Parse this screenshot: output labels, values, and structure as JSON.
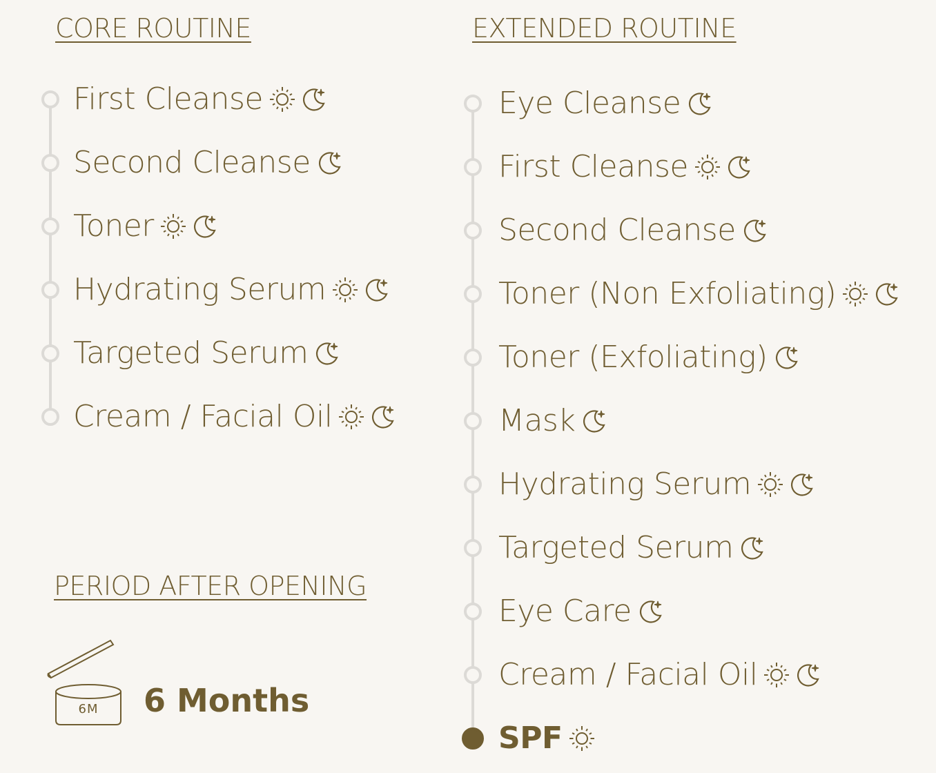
{
  "core": {
    "heading": "CORE ROUTINE",
    "steps": [
      {
        "label": "First Cleanse",
        "icons": [
          "sun-icon",
          "moon-icon"
        ]
      },
      {
        "label": "Second Cleanse",
        "icons": [
          "moon-icon"
        ]
      },
      {
        "label": "Toner",
        "icons": [
          "sun-icon",
          "moon-icon"
        ]
      },
      {
        "label": "Hydrating Serum",
        "icons": [
          "sun-icon",
          "moon-icon"
        ]
      },
      {
        "label": "Targeted Serum",
        "icons": [
          "moon-icon"
        ]
      },
      {
        "label": "Cream / Facial Oil",
        "icons": [
          "sun-icon",
          "moon-icon"
        ]
      }
    ]
  },
  "extended": {
    "heading": "EXTENDED ROUTINE",
    "steps": [
      {
        "label": "Eye Cleanse",
        "icons": [
          "moon-icon"
        ]
      },
      {
        "label": "First Cleanse",
        "icons": [
          "sun-icon",
          "moon-icon"
        ]
      },
      {
        "label": "Second Cleanse",
        "icons": [
          "moon-icon"
        ]
      },
      {
        "label": "Toner (Non Exfoliating)",
        "icons": [
          "sun-icon",
          "moon-icon"
        ]
      },
      {
        "label": "Toner (Exfoliating)",
        "icons": [
          "moon-icon"
        ]
      },
      {
        "label": "Mask",
        "icons": [
          "moon-icon"
        ]
      },
      {
        "label": "Hydrating Serum",
        "icons": [
          "sun-icon",
          "moon-icon"
        ]
      },
      {
        "label": "Targeted Serum",
        "icons": [
          "moon-icon"
        ]
      },
      {
        "label": "Eye Care",
        "icons": [
          "moon-icon"
        ]
      },
      {
        "label": "Cream / Facial Oil",
        "icons": [
          "sun-icon",
          "moon-icon"
        ]
      },
      {
        "label": "SPF",
        "icons": [
          "sun-icon"
        ],
        "active": true
      }
    ]
  },
  "pao": {
    "heading": "PERIOD AFTER OPENING",
    "jar_label": "6M",
    "value": "6 Months",
    "icon": "open-jar-icon"
  },
  "colors": {
    "text": "#6f5d31",
    "rail": "#dcdad6",
    "background": "#f8f6f2"
  }
}
